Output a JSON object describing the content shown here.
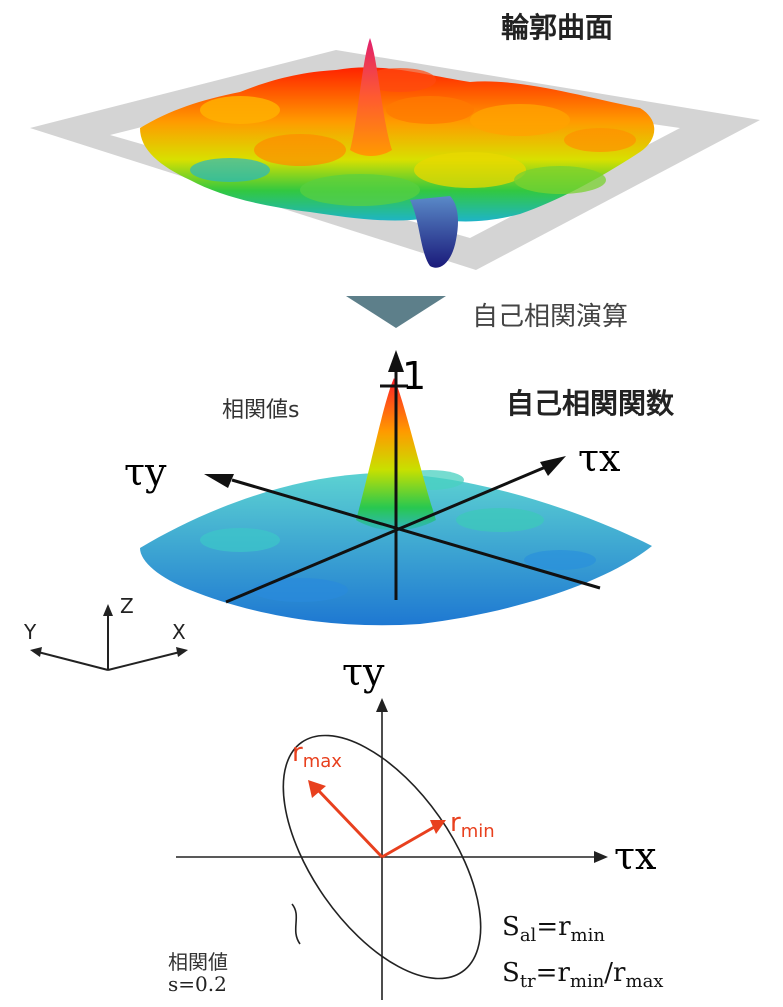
{
  "labels": {
    "contour_surface": "輪郭曲面",
    "autocorrelation_op": "自己相関演算",
    "autocorrelation_fn": "自己相関関数",
    "corr_value_s": "相関値s",
    "peak_one": "1",
    "tau_y": "τy",
    "tau_x": "τx",
    "axis_z": "Z",
    "axis_y": "Y",
    "axis_x": "X",
    "r_max": "r",
    "r_max_sub": "max",
    "r_min": "r",
    "r_min_sub": "min",
    "corr_value_jp": "相関値",
    "corr_value_eq": "s=0.2",
    "sal_formula": {
      "s": "S",
      "s_sub": "al",
      "eq": "=r",
      "r_sub": "min"
    },
    "str_formula": {
      "s": "S",
      "s_sub": "tr",
      "eq": "=r",
      "r1_sub": "min",
      "slash": "/r",
      "r2_sub": "max"
    }
  },
  "colors": {
    "arrow_fill": "#5d7f8a",
    "red": "#e8401e",
    "plane_gray": "#d4d4d4"
  }
}
